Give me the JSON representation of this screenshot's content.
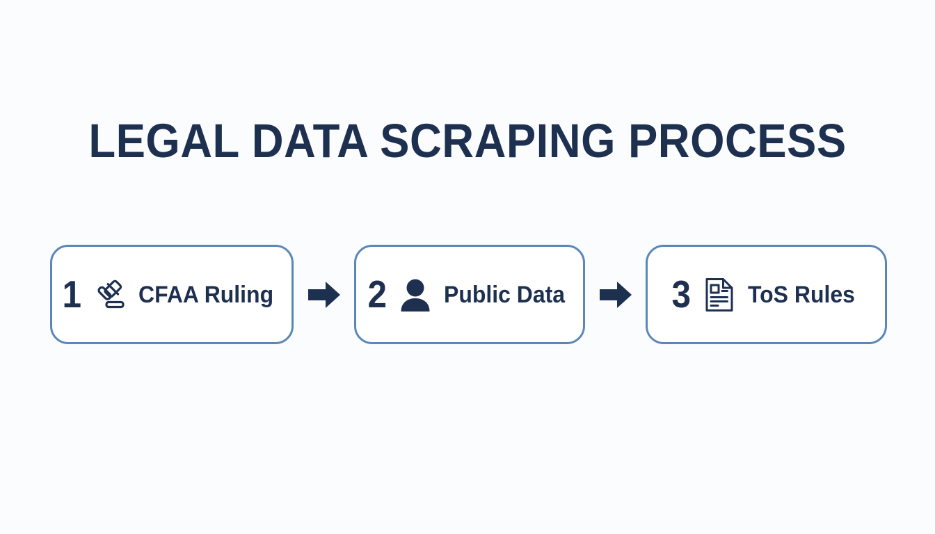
{
  "page": {
    "title": "LEGAL DATA SCRAPING PROCESS",
    "background_color": "#fbfcfd"
  },
  "theme": {
    "navy": "#1e3050",
    "card_border": "#5b87b8",
    "card_fill": "#ffffff",
    "arrow_color": "#1e3050"
  },
  "flow": {
    "steps": [
      {
        "number": "1",
        "label": "CFAA Ruling",
        "icon": "gavel-icon"
      },
      {
        "number": "2",
        "label": "Public Data",
        "icon": "person-icon"
      },
      {
        "number": "3",
        "label": "ToS Rules",
        "icon": "document-icon"
      }
    ],
    "connectors": [
      {
        "icon": "arrow-right-icon"
      },
      {
        "icon": "arrow-right-icon"
      }
    ]
  }
}
